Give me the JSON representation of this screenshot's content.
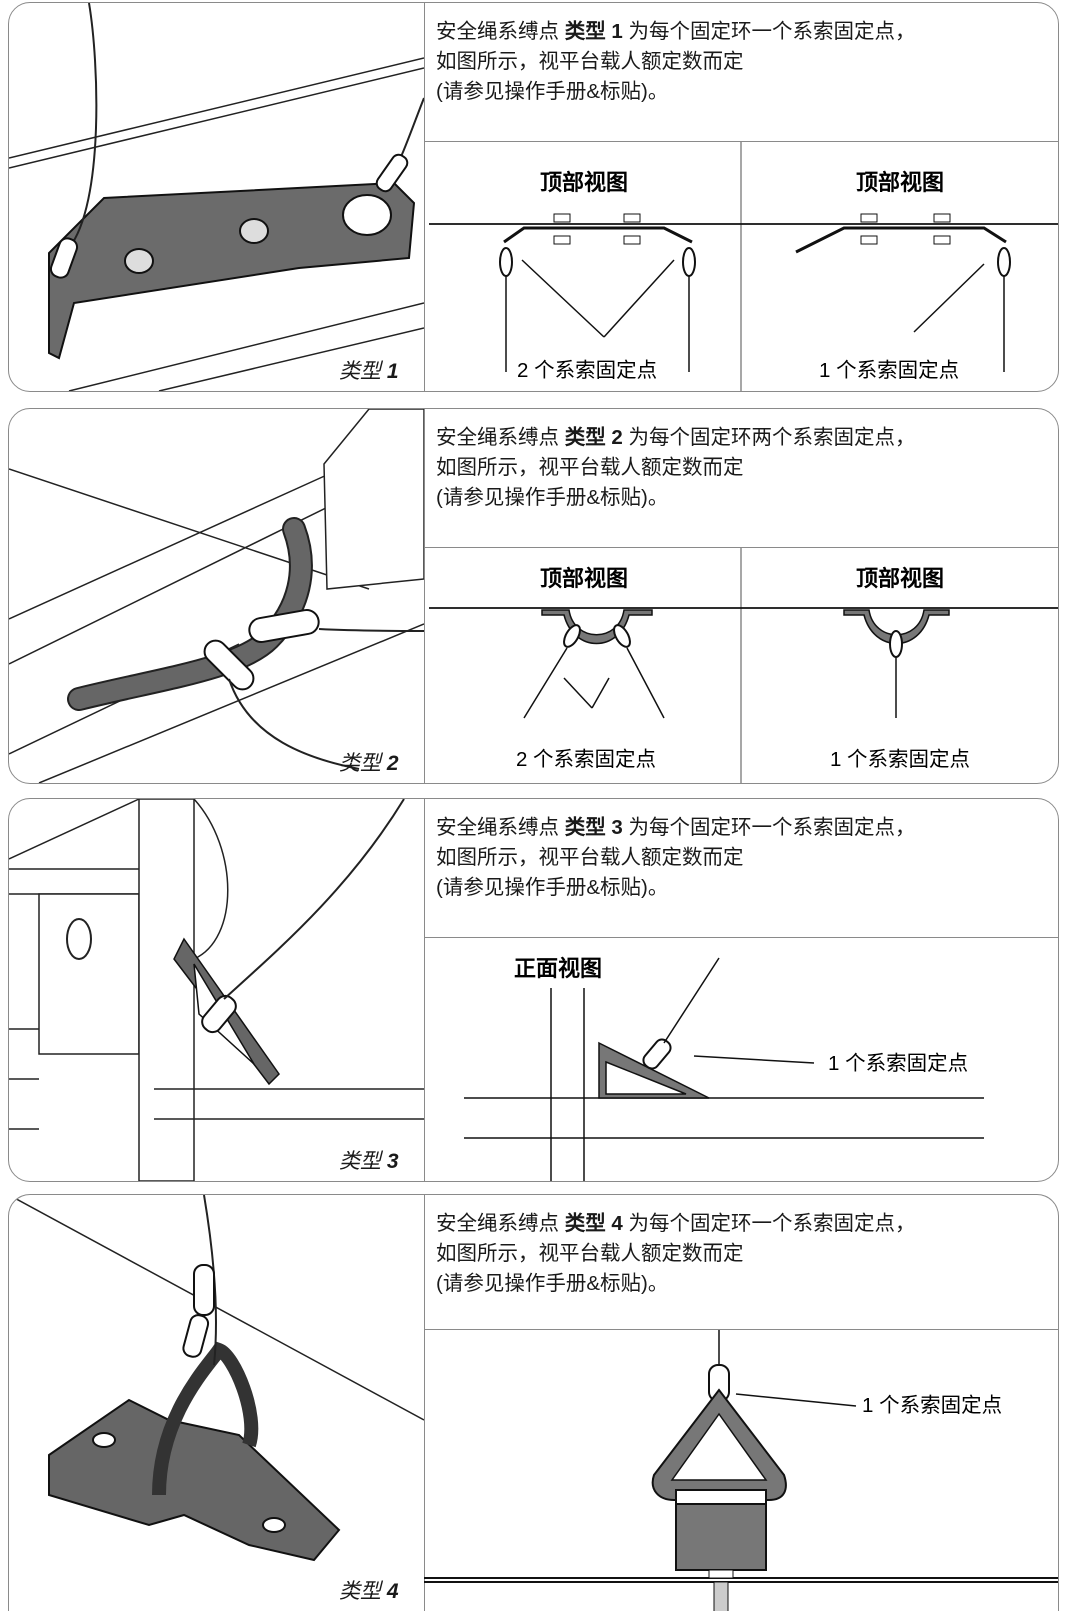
{
  "common": {
    "title_prefix": "安全绳系缚点",
    "type_word": "类型",
    "top_view": "顶部视图",
    "front_view": "正面视图",
    "two_points": "2 个系索固定点",
    "one_point": "1 个系索固定点",
    "line2": "如图所示，视平台载人额定数而定",
    "line3": "(请参见操作手册&标贴)。"
  },
  "panels": [
    {
      "num": "1",
      "rule": "为每个固定环一个系索固定点，"
    },
    {
      "num": "2",
      "rule": "为每个固定环两个系索固定点，"
    },
    {
      "num": "3",
      "rule": "为每个固定环一个系索固定点，"
    },
    {
      "num": "4",
      "rule": "为每个固定环一个系索固定点，"
    }
  ]
}
